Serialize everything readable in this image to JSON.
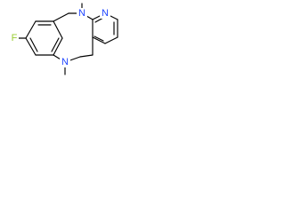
{
  "molecule": {
    "atoms": {
      "fluorine": "F",
      "nitrogen_top": "N",
      "nitrogen_bottom": "N",
      "nitrogen_pyridine": "N"
    },
    "colors": {
      "bond": "#000000",
      "fluorine": "#9acd32",
      "nitrogen": "#1f45ff",
      "background": "#ffffff"
    }
  }
}
